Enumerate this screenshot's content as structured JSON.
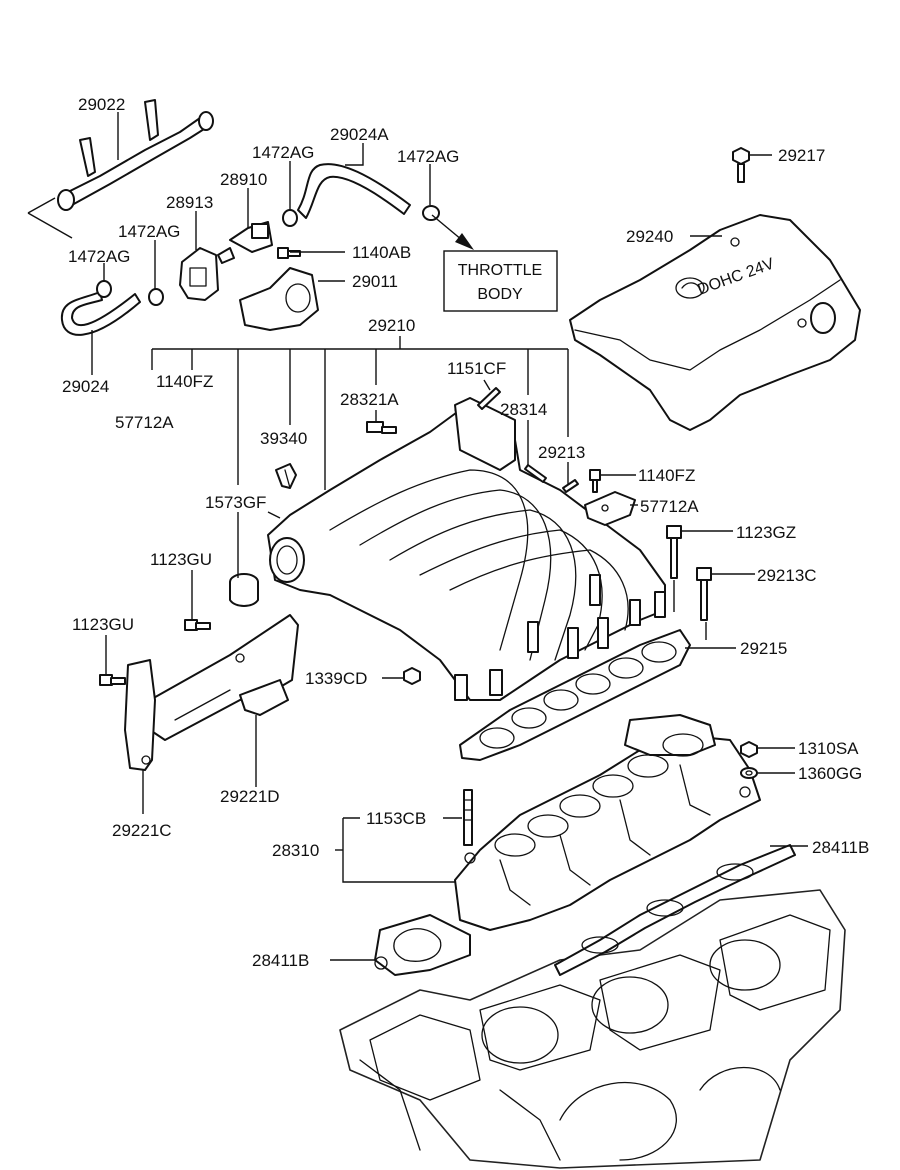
{
  "labels": {
    "p29022": "29022",
    "p29024A": "29024A",
    "p1472AG_top_left": "1472AG",
    "p1472AG_top_right": "1472AG",
    "p28910": "28910",
    "p28913": "28913",
    "p1472AG_mid": "1472AG",
    "p1472AG_left": "1472AG",
    "p1140AB": "1140AB",
    "p29011": "29011",
    "p29024": "29024",
    "p29217": "29217",
    "p29240": "29240",
    "p29210": "29210",
    "p1140FZ_left": "1140FZ",
    "p57712A_left": "57712A",
    "p1151CF": "1151CF",
    "p28321A": "28321A",
    "p28314": "28314",
    "p39340": "39340",
    "p29213": "29213",
    "p1140FZ_right": "1140FZ",
    "p1573GF": "1573GF",
    "p57712A_right": "57712A",
    "p1123GZ": "1123GZ",
    "p1123GU_upper": "1123GU",
    "p29213C": "29213C",
    "p1123GU_lower": "1123GU",
    "p29215": "29215",
    "p1339CD": "1339CD",
    "p1310SA": "1310SA",
    "p1360GG": "1360GG",
    "p29221D": "29221D",
    "p1153CB": "1153CB",
    "p29221C": "29221C",
    "p28310": "28310",
    "p28411B_right": "28411B",
    "p28411B_left": "28411B"
  },
  "throttle_body_box": {
    "line1": "THROTTLE",
    "line2": "BODY"
  },
  "cover_text": "DOHC 24V"
}
